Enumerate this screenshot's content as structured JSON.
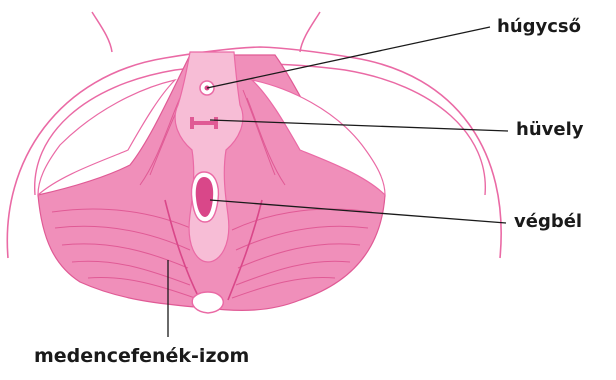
{
  "labels": {
    "urethra": "húgycső",
    "vagina": "hüvely",
    "rectum": "végbél",
    "pelvic_floor_muscle": "medencefenék-izom"
  },
  "colors": {
    "muscle_fill": "#f08fba",
    "muscle_fiber": "#e05a95",
    "muscle_dark": "#d94789",
    "central_area": "#f7bdd6",
    "outline": "#ea6aa5",
    "leader_line": "#1a1a1a"
  }
}
